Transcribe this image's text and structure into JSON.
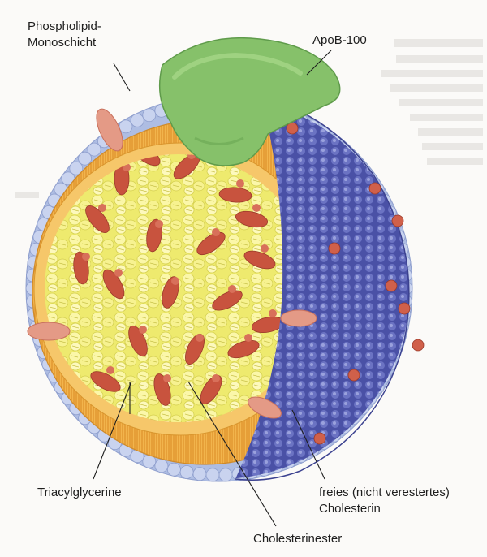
{
  "labels": {
    "phospholipid_line1": "Phospholipid-",
    "phospholipid_line2": "Monoschicht",
    "apob": "ApoB-100",
    "triacylglycerine": "Triacylglycerine",
    "free_cholesterol_line1": "freies (nicht verestertes)",
    "free_cholesterol_line2": "Cholesterin",
    "cholesterinester": "Cholesterinester"
  },
  "colors": {
    "membrane_outer": "#b6c4e6",
    "membrane_inner": "#e8a43a",
    "core_fill": "#f3ef7c",
    "core_lipid": "#f6f08a",
    "ester": "#c8533e",
    "apob": "#86c16a",
    "surface_shell": "#4a51a6",
    "free_cholesterol": "#d0604a"
  }
}
